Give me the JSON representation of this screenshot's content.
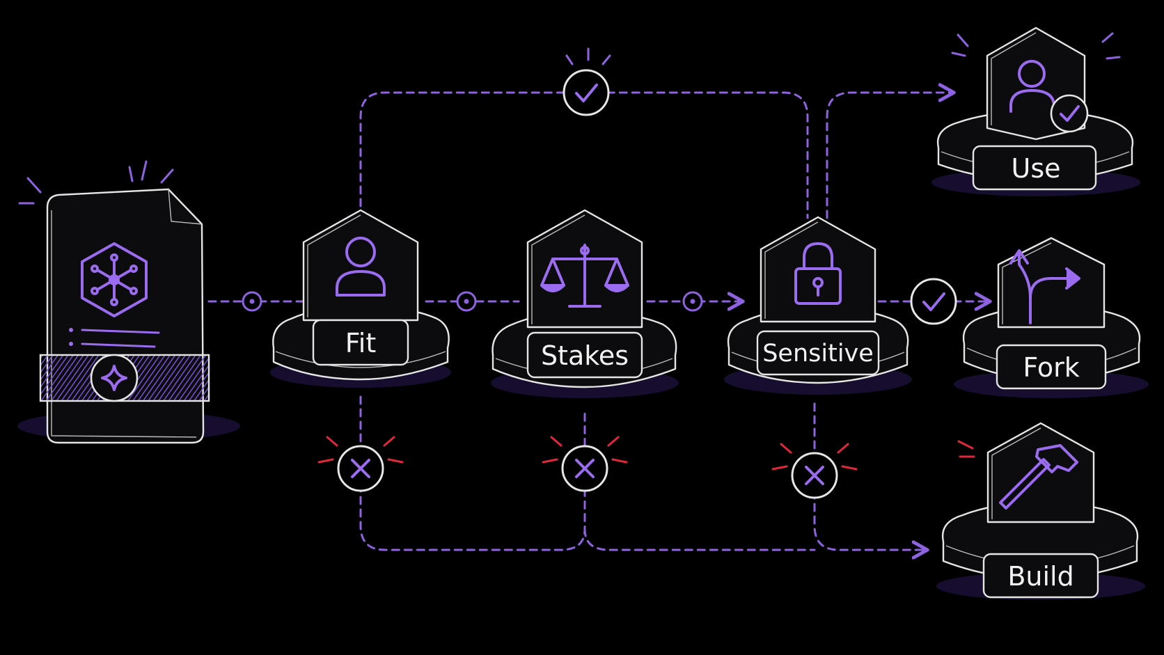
{
  "stages": [
    {
      "key": "fit",
      "label": "Fit",
      "icon": "user-icon"
    },
    {
      "key": "stakes",
      "label": "Stakes",
      "icon": "scales-icon"
    },
    {
      "key": "sensitive",
      "label": "Sensitive",
      "icon": "lock-icon"
    }
  ],
  "outcomes": [
    {
      "key": "use",
      "label": "Use",
      "icon": "user-check-icon"
    },
    {
      "key": "fork",
      "label": "Fork",
      "icon": "fork-arrows-icon"
    },
    {
      "key": "build",
      "label": "Build",
      "icon": "hammer-icon"
    }
  ],
  "source": {
    "icon": "network-hexagon-icon",
    "badge_icon": "sparkle-icon"
  },
  "colors": {
    "background": "#000000",
    "accent": "#8e62e0",
    "reject": "#e0283a",
    "outline": "#e6e6e6"
  }
}
